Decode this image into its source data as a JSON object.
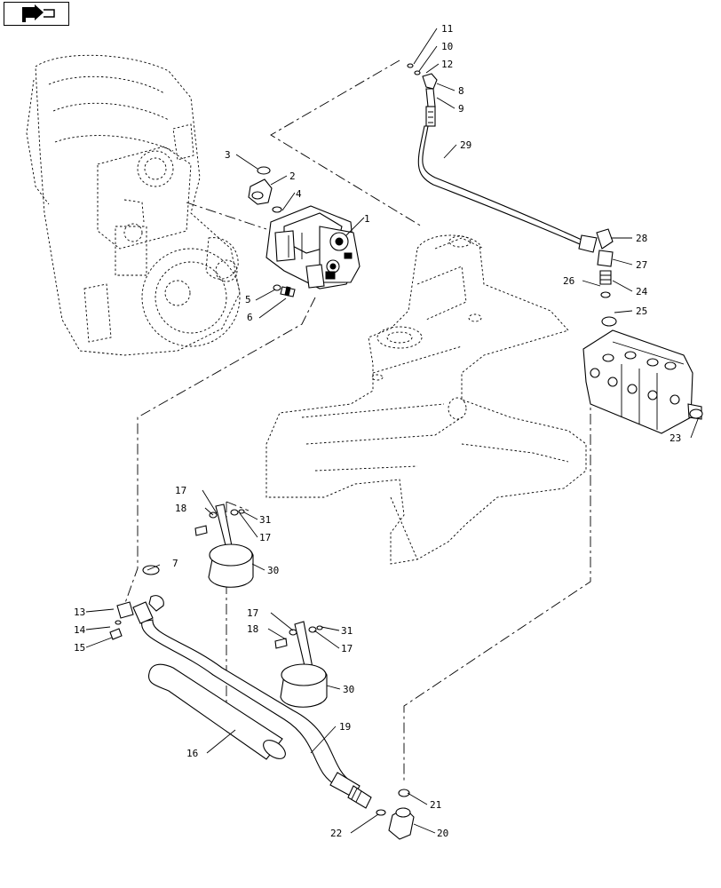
{
  "nav": {
    "icon": "return-arrow-icon"
  },
  "callouts": {
    "c1": "1",
    "c2": "2",
    "c3": "3",
    "c4": "4",
    "c5": "5",
    "c6": "6",
    "c7": "7",
    "c8": "8",
    "c9": "9",
    "c10": "10",
    "c11": "11",
    "c12": "12",
    "c13": "13",
    "c14": "14",
    "c15": "15",
    "c16": "16",
    "c17a": "17",
    "c17b": "17",
    "c17c": "17",
    "c17d": "17",
    "c18a": "18",
    "c18b": "18",
    "c19": "19",
    "c20": "20",
    "c21": "21",
    "c22": "22",
    "c23": "23",
    "c24": "24",
    "c25": "25",
    "c26": "26",
    "c27": "27",
    "c28": "28",
    "c29": "29",
    "c30a": "30",
    "c30b": "30",
    "c31a": "31",
    "c31b": "31"
  }
}
